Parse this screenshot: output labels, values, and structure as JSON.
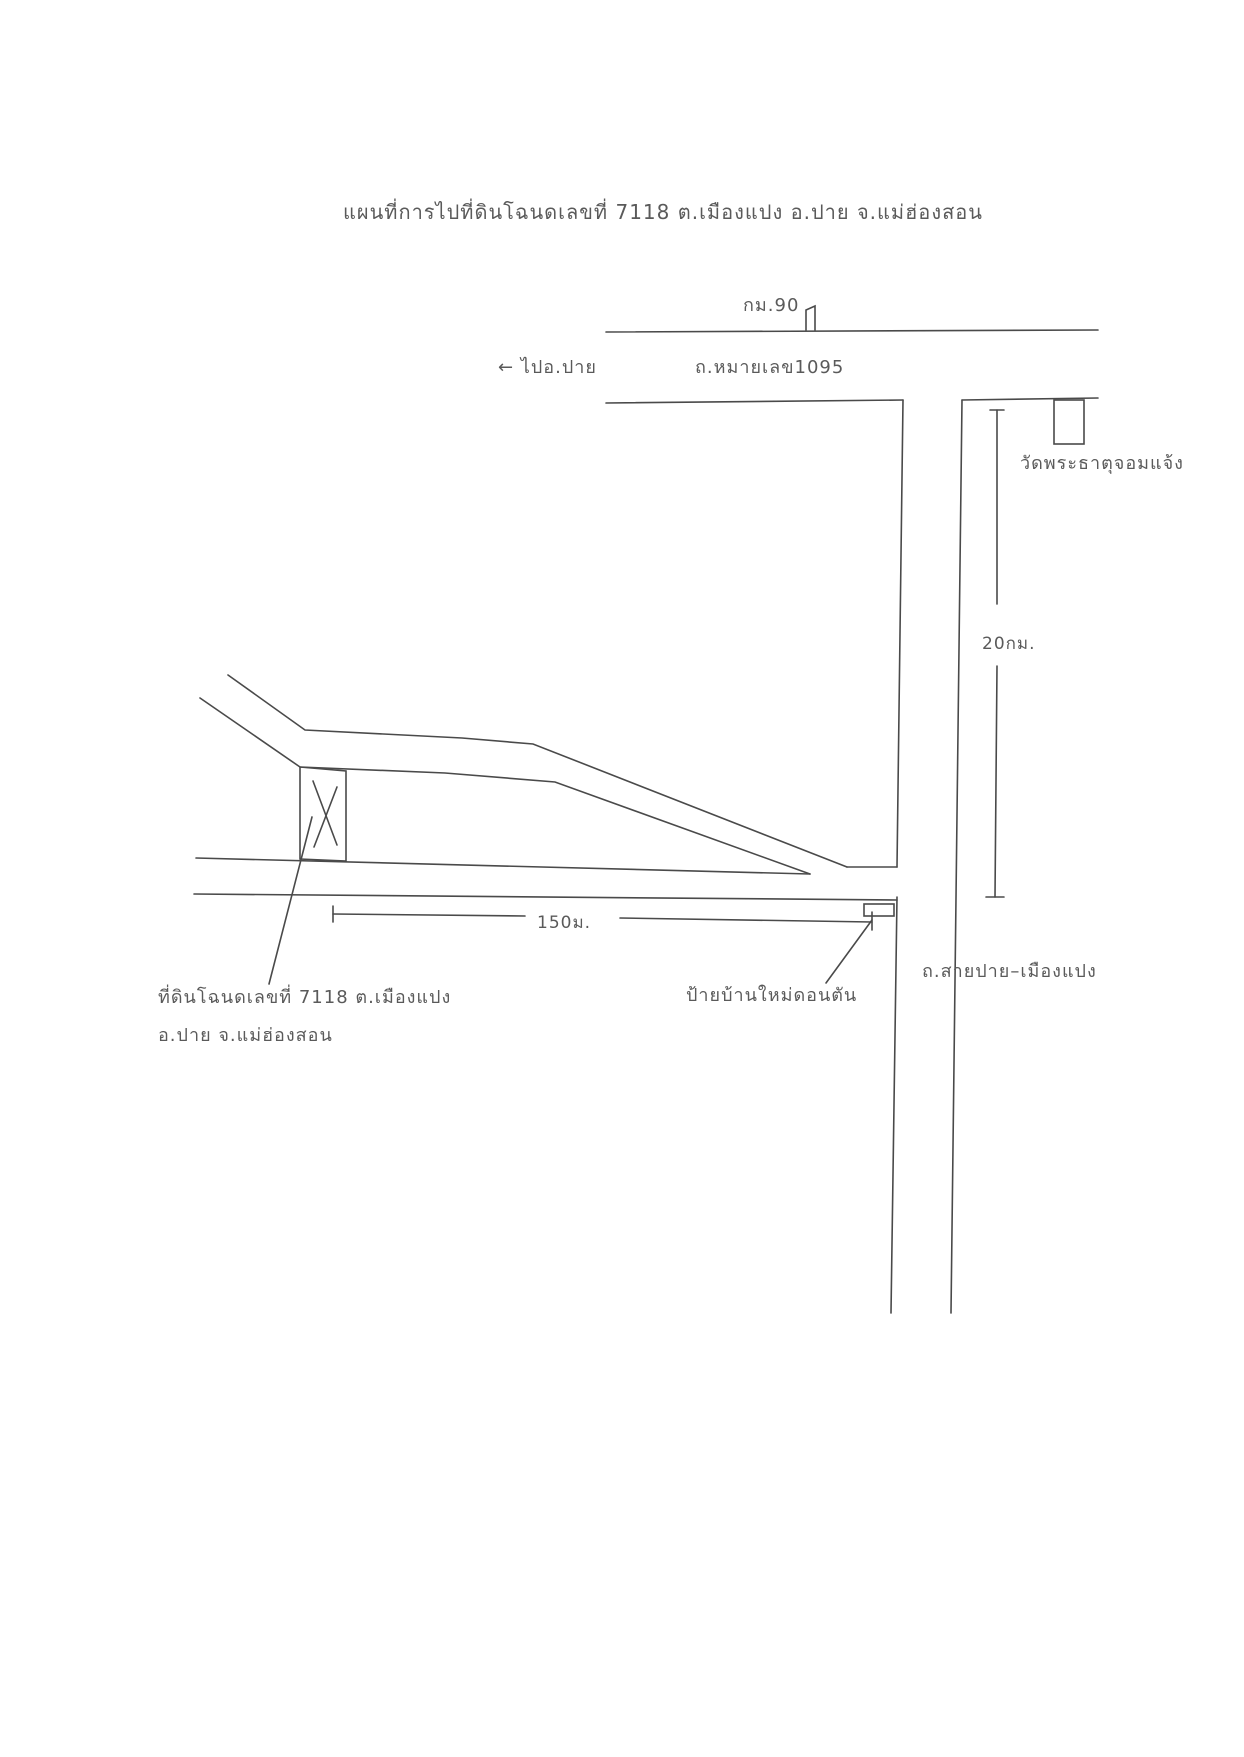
{
  "title": "แผนที่การไปที่ดินโฉนดเลขที่ 7118 ต.เมืองแปง อ.ปาย จ.แม่ฮ่องสอน",
  "labels": {
    "km90": "กม.90",
    "to_pai": "← ไปอ.ปาย",
    "road_1095": "ถ.หมายเลข1095",
    "temple": "วัดพระธาตุจอมแจ้ง",
    "distance_20km": "20กม.",
    "distance_150m": "150ม.",
    "road_muangpaeng": "ถ.สายปาย–เมืองแปง",
    "sign": "ป้ายบ้านใหม่ดอนตัน",
    "land_line1": "ที่ดินโฉนดเลขที่ 7118 ต.เมืองแปง",
    "land_line2": "อ.ปาย จ.แม่ฮ่องสอน"
  },
  "colors": {
    "ink": "#4a4a4a",
    "paper": "#ffffff"
  }
}
